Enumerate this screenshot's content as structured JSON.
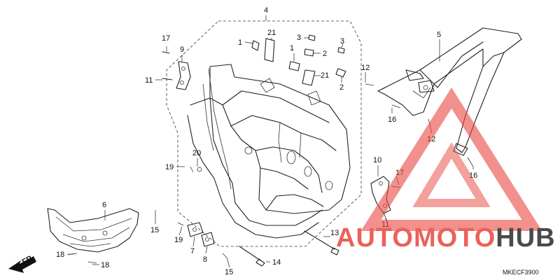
{
  "diagram": {
    "catalog_code": "MKECF3900",
    "front_indicator": "FR.",
    "callouts": [
      {
        "id": "c4a",
        "label": "4"
      },
      {
        "id": "c21a",
        "label": "21"
      },
      {
        "id": "c1a",
        "label": "1"
      },
      {
        "id": "c3",
        "label": "3"
      },
      {
        "id": "c17a",
        "label": "17"
      },
      {
        "id": "c9",
        "label": "9"
      },
      {
        "id": "c1b",
        "label": "1"
      },
      {
        "id": "c2a",
        "label": "2"
      },
      {
        "id": "c3b",
        "label": "3"
      },
      {
        "id": "c21b",
        "label": "21"
      },
      {
        "id": "c2b",
        "label": "2"
      },
      {
        "id": "c11a",
        "label": "11"
      },
      {
        "id": "c5",
        "label": "5"
      },
      {
        "id": "c12a",
        "label": "12"
      },
      {
        "id": "c16a",
        "label": "16"
      },
      {
        "id": "c12b",
        "label": "12"
      },
      {
        "id": "c16b",
        "label": "16"
      },
      {
        "id": "c20",
        "label": "20"
      },
      {
        "id": "c19a",
        "label": "19"
      },
      {
        "id": "c10",
        "label": "10"
      },
      {
        "id": "c17b",
        "label": "17"
      },
      {
        "id": "c6",
        "label": "6"
      },
      {
        "id": "c11b",
        "label": "11"
      },
      {
        "id": "c15a",
        "label": "15"
      },
      {
        "id": "c19b",
        "label": "19"
      },
      {
        "id": "c7",
        "label": "7"
      },
      {
        "id": "c8",
        "label": "8"
      },
      {
        "id": "c13",
        "label": "13"
      },
      {
        "id": "c18a",
        "label": "18"
      },
      {
        "id": "c18b",
        "label": "18"
      },
      {
        "id": "c15b",
        "label": "15"
      },
      {
        "id": "c14",
        "label": "14"
      }
    ]
  },
  "watermark": {
    "part1": "AUTO",
    "part2": "MOTO",
    "part3": "HUB",
    "color_red": "#e8463f",
    "color_dark": "#2b2b2b",
    "triangle_color": "#e8463f"
  }
}
